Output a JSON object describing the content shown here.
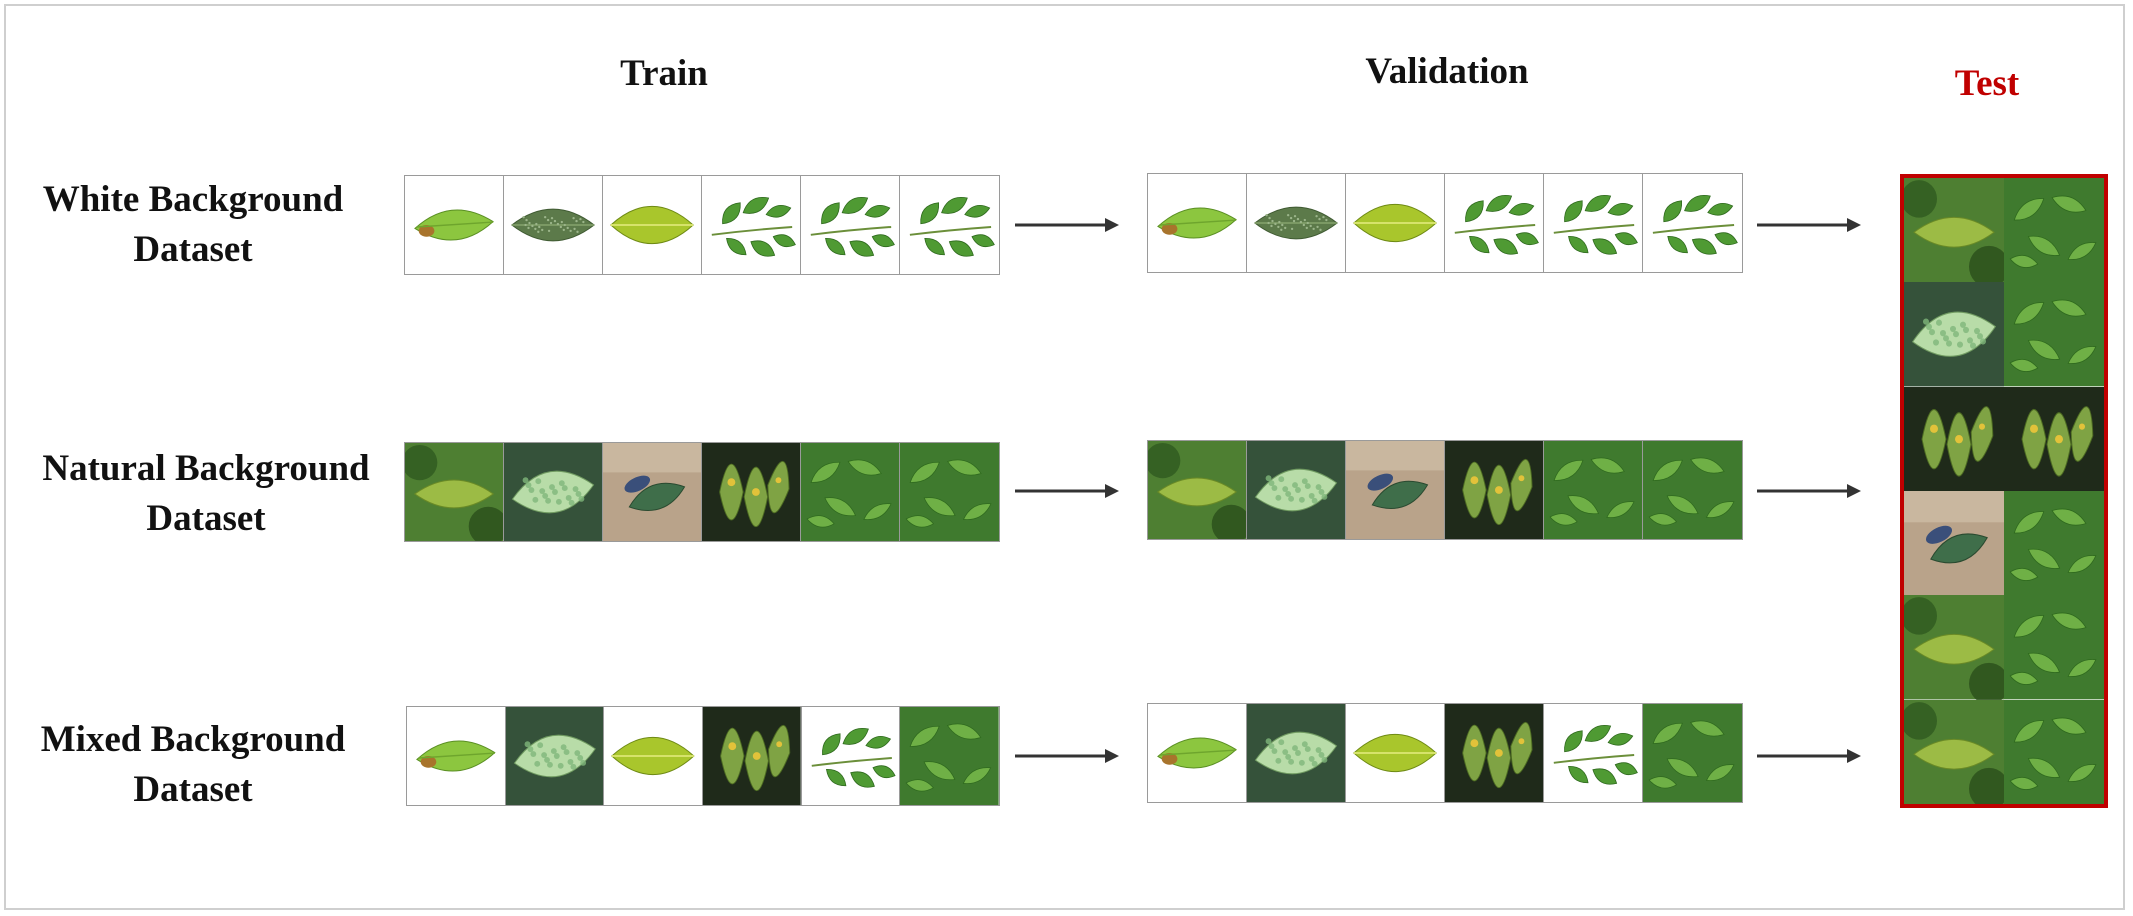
{
  "columns": {
    "train": "Train",
    "validation": "Validation",
    "test": "Test"
  },
  "rows": [
    {
      "label_line1": "White Background",
      "label_line2": "Dataset",
      "tiles": [
        "white-leaf-lesion",
        "white-leaf-dotted",
        "white-leaf-yellow",
        "white-branch",
        "white-branch",
        "white-branch"
      ]
    },
    {
      "label_line1": "Natural Background",
      "label_line2": "Dataset",
      "tiles": [
        "natural-leaf",
        "natural-mottled",
        "natural-bird",
        "natural-spotted",
        "natural-bush",
        "natural-bush"
      ]
    },
    {
      "label_line1": "Mixed Background",
      "label_line2": "Dataset",
      "tiles": [
        "white-leaf-lesion",
        "natural-mottled",
        "white-leaf-yellow",
        "natural-spotted",
        "white-branch",
        "natural-bush"
      ]
    }
  ],
  "test_tiles": [
    "natural-leaf",
    "natural-bush",
    "natural-mottled",
    "natural-bush",
    "natural-spotted",
    "natural-spotted",
    "natural-bird",
    "natural-bush",
    "natural-leaf",
    "natural-bush",
    "natural-leaf",
    "natural-bush"
  ],
  "colors": {
    "test_accent": "#c00000",
    "arrow": "#333333",
    "tile_border": "#9a9a9a"
  }
}
